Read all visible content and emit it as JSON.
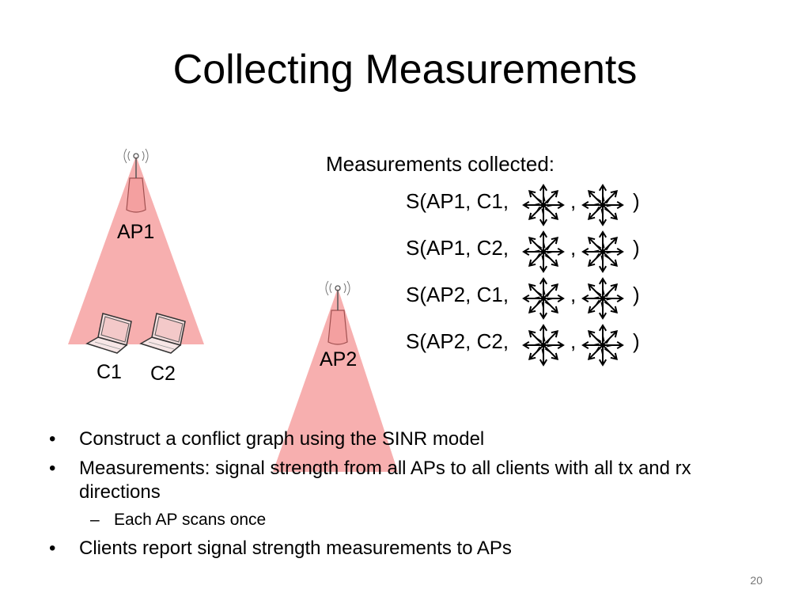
{
  "slide": {
    "title": "Collecting Measurements",
    "page_number": "20"
  },
  "diagram": {
    "ap1_label": "AP1",
    "ap2_label": "AP2",
    "c1_label": "C1",
    "c2_label": "C2",
    "beam_color": "#f6a6a6",
    "antenna_color": "#f6a6a6"
  },
  "measurements": {
    "header": "Measurements collected:",
    "rows": [
      {
        "prefix": "S(AP1, C1,",
        "comma": ",",
        "close": ")"
      },
      {
        "prefix": "S(AP1, C2,",
        "comma": ",",
        "close": ")"
      },
      {
        "prefix": "S(AP2, C1,",
        "comma": ",",
        "close": ")"
      },
      {
        "prefix": "S(AP2, C2,",
        "comma": ",",
        "close": ")"
      }
    ]
  },
  "bullets": {
    "b1": "Construct a conflict graph using the SINR model",
    "b2": "Measurements: signal strength from all APs to all clients with all tx and rx directions",
    "b2_sub": "Each AP scans once",
    "b3": "Clients report signal strength measurements to APs",
    "bullet_char": "•",
    "dash_char": "–"
  }
}
